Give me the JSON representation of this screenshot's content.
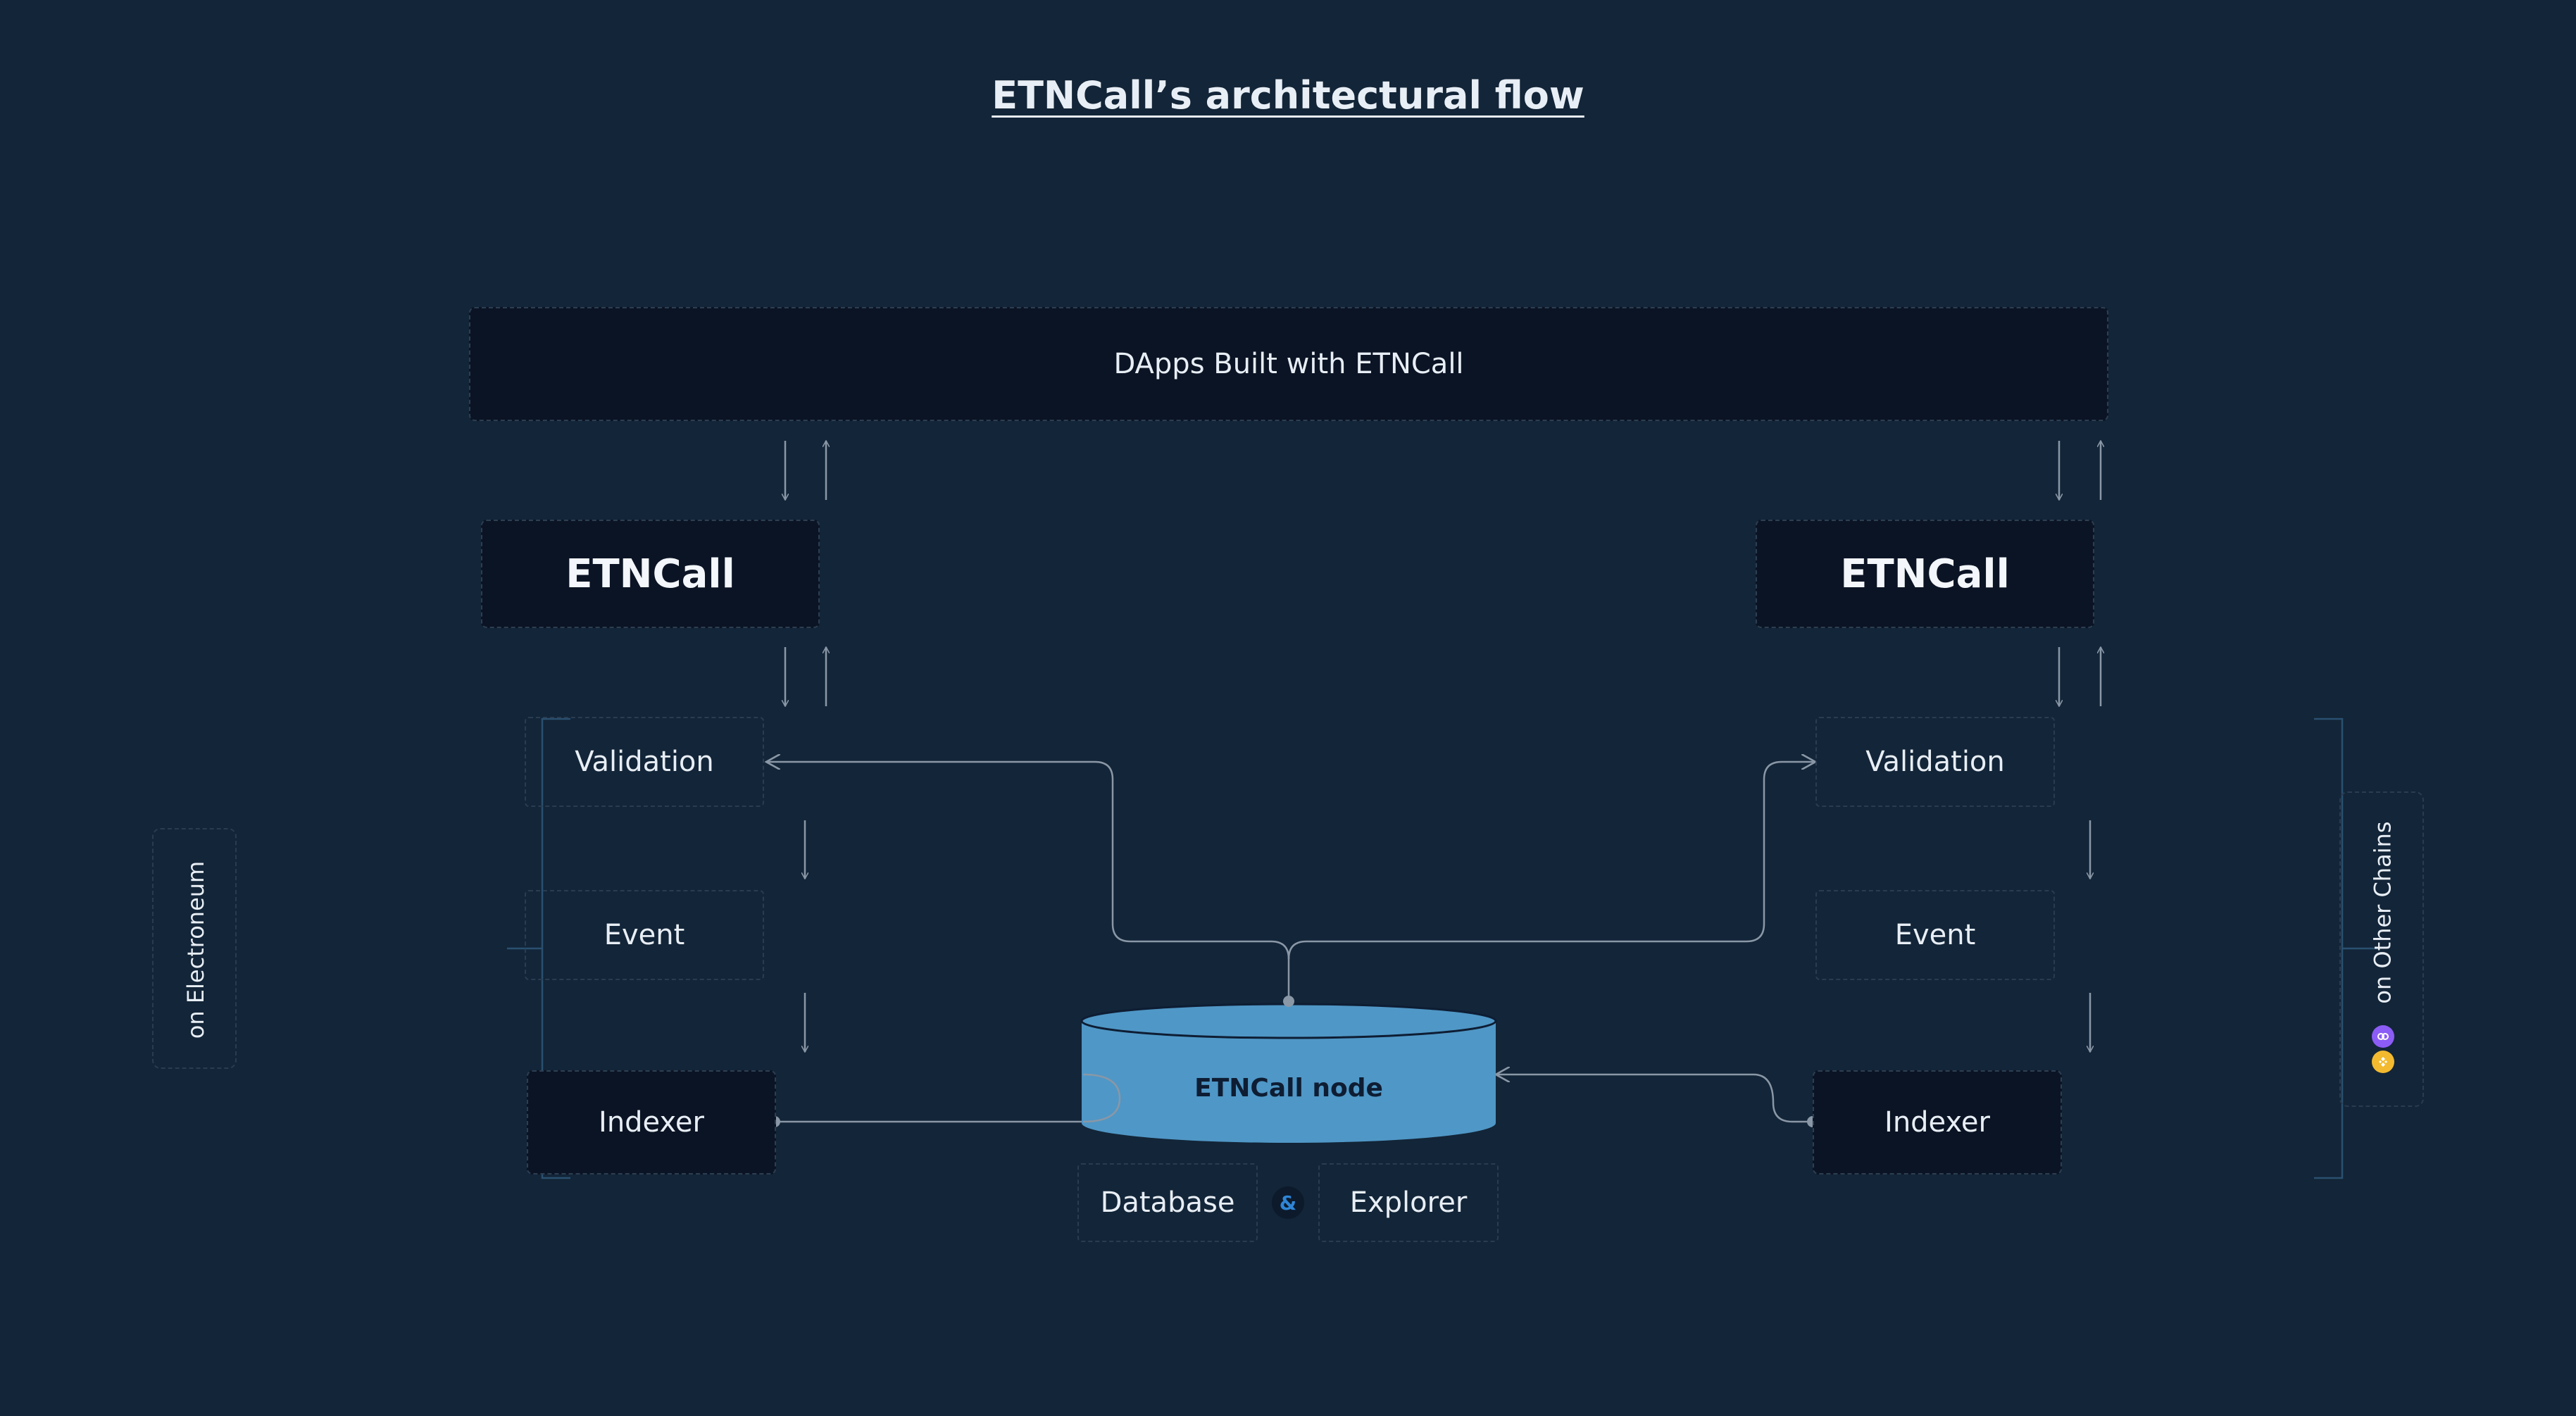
{
  "title": "ETNCall’s architectural flow",
  "top_box": {
    "label": "DApps Built with ETNCall"
  },
  "left_column": {
    "etncall": "ETNCall",
    "validation": "Validation",
    "event": "Event",
    "indexer": "Indexer",
    "side_label": "on Electroneum"
  },
  "right_column": {
    "etncall": "ETNCall",
    "validation": "Validation",
    "event": "Event",
    "indexer": "Indexer",
    "side_label": "on Other Chains"
  },
  "node": {
    "label": "ETNCall node",
    "database": "Database",
    "ampersand": "&",
    "explorer": "Explorer"
  },
  "colors": {
    "background": "#132538",
    "dark_box": "#0b1424",
    "cylinder": "#4f97c6",
    "cylinder_text": "#0e1d33",
    "wire": "#8a97a6",
    "ampersand": "#2f86d6"
  },
  "icons": [
    "chain-logo-purple-icon",
    "chain-logo-yellow-icon"
  ]
}
